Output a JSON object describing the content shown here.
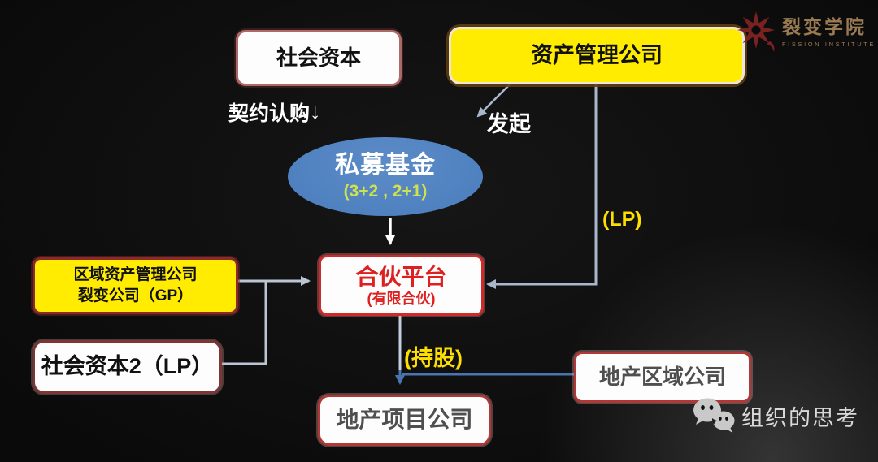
{
  "colors": {
    "yellow-box": "#ffec00",
    "steel-blue": "#4f81c0",
    "red-text": "#dd2020",
    "yellow-label": "#ffdf00",
    "lime-label": "#cde24e",
    "gray-text": "#4f4f4f",
    "line-light": "#a9b7cd",
    "line-lighter": "#bcc5d2",
    "line-blue": "#4a74ae",
    "logo-gold": "#9a7a52",
    "logo-red": "#7a2222"
  },
  "logo": {
    "title": "裂变学院",
    "subtitle": "FISSION INSTITUTE"
  },
  "diagram": {
    "social_capital": "社会资本",
    "asset_mgmt": "资产管理公司",
    "subscribe_label": "契约认购",
    "subscribe_arrow": "↓",
    "initiate_label": "发起",
    "private_fund": "私募基金",
    "private_fund_sub": "(3+2 , 2+1)",
    "lp_label": "(LP)",
    "partnership": "合伙平台",
    "partnership_sub": "(有限合伙)",
    "regional_asset_line1": "区域资产管理公司",
    "regional_asset_line2": "裂变公司（GP）",
    "social_capital2": "社会资本2（LP）",
    "holding_label": "(持股)",
    "regional_company": "地产区域公司",
    "project_company": "地产项目公司"
  },
  "watermark": {
    "label": "组织的思考"
  }
}
